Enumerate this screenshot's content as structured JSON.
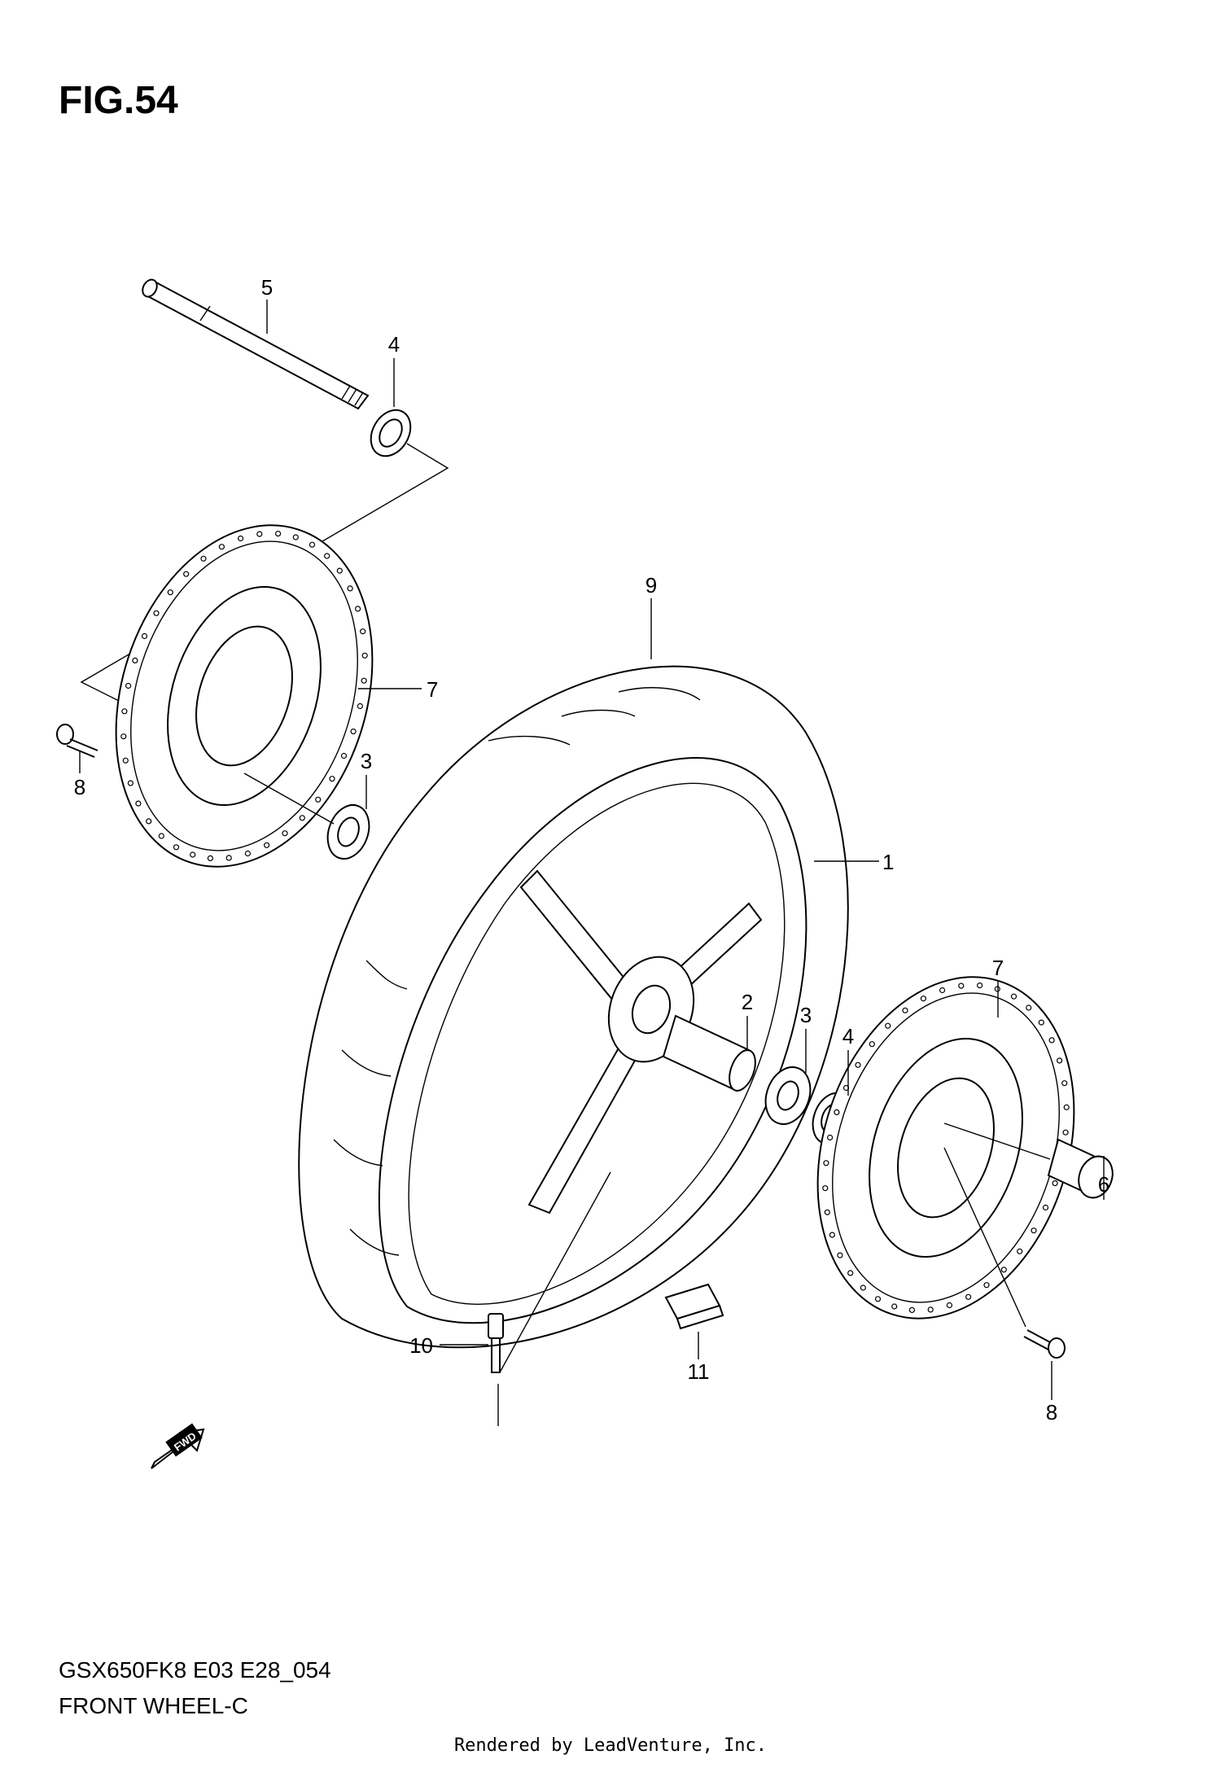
{
  "figure": {
    "title": "FIG.54"
  },
  "caption": {
    "model_code": "GSX650FK8 E03 E28_054",
    "name": "FRONT WHEEL-C"
  },
  "footer": {
    "rendered_by": "Rendered by LeadVenture, Inc."
  },
  "fwd_arrow": {
    "label": "FWD"
  },
  "callouts": {
    "c1": "1",
    "c2": "2",
    "c3a": "3",
    "c3b": "3",
    "c4a": "4",
    "c4b": "4",
    "c5": "5",
    "c6": "6",
    "c7a": "7",
    "c7b": "7",
    "c8a": "8",
    "c8b": "8",
    "c9": "9",
    "c10": "10",
    "c11": "11"
  }
}
